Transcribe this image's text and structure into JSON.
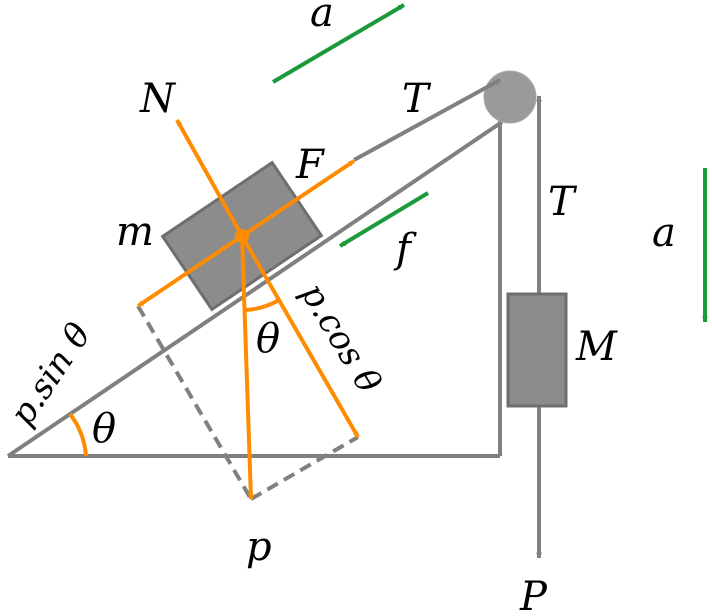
{
  "colors": {
    "structure": "#808080",
    "block_fill": "#8c8c8c",
    "block_stroke": "#6e6e6e",
    "force": "#ff8c00",
    "acceleration": "#1a9a3a",
    "text": "#000000"
  },
  "labels": {
    "accel_incline": "a",
    "accel_hanging": "a",
    "normal_force": "N",
    "tension_incline": "T",
    "tension_hanging": "T",
    "applied_force": "F",
    "friction": "f",
    "mass_incline": "m",
    "mass_hanging": "M",
    "weight_incline": "p",
    "weight_hanging": "P",
    "weight_parallel": "p.sin θ",
    "weight_perpendicular": "p.cos θ",
    "angle_incline": "θ",
    "angle_weight": "θ"
  }
}
